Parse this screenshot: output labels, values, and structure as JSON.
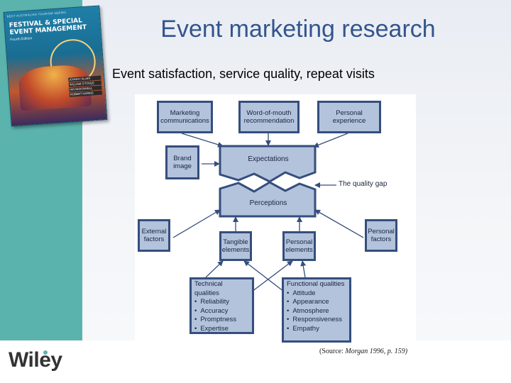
{
  "slide": {
    "title": "Event marketing research",
    "subtitle": "Event satisfaction, service quality, repeat visits"
  },
  "book": {
    "series": "BEST AUSTRALIAN TOURISM SERIES",
    "title": "Festival & Special Event Management",
    "subtitle": "Fourth Edition",
    "authors": [
      "JOHNNY ALLEN",
      "WILLIAM O'TOOLE",
      "IAN McDONNELL",
      "ROBERT HARRIS"
    ]
  },
  "diagram": {
    "boxes": {
      "marketing": [
        "Marketing",
        "communications"
      ],
      "word_of_mouth": [
        "Word-of-mouth",
        "recommendation"
      ],
      "personal_experience": [
        "Personal",
        "experience"
      ],
      "brand_image": [
        "Brand",
        "image"
      ],
      "external_factors": [
        "External",
        "factors"
      ],
      "personal_factors": [
        "Personal",
        "factors"
      ],
      "tangible": [
        "Tangible",
        "elements"
      ],
      "personal_elements": [
        "Personal",
        "elements"
      ]
    },
    "expectations": "Expectations",
    "perceptions": "Perceptions",
    "quality_gap": "The quality gap",
    "technical": {
      "title": "Technical qualities",
      "items": [
        "Reliability",
        "Accuracy",
        "Promptness",
        "Expertise"
      ]
    },
    "functional": {
      "title": "Functional qualities",
      "items": [
        "Attitude",
        "Appearance",
        "Atmosphere",
        "Responsiveness",
        "Empathy"
      ]
    },
    "colors": {
      "box_fill": "#b3c3dc",
      "box_border": "#344e7d",
      "arrow": "#344e7d"
    }
  },
  "source": {
    "prefix": "(Source:",
    "citation": "Morgan 1996, p. 159)"
  },
  "logo": {
    "text": "Wiley"
  },
  "colors": {
    "title": "#33558c",
    "side_band": "#5bb3ad"
  }
}
